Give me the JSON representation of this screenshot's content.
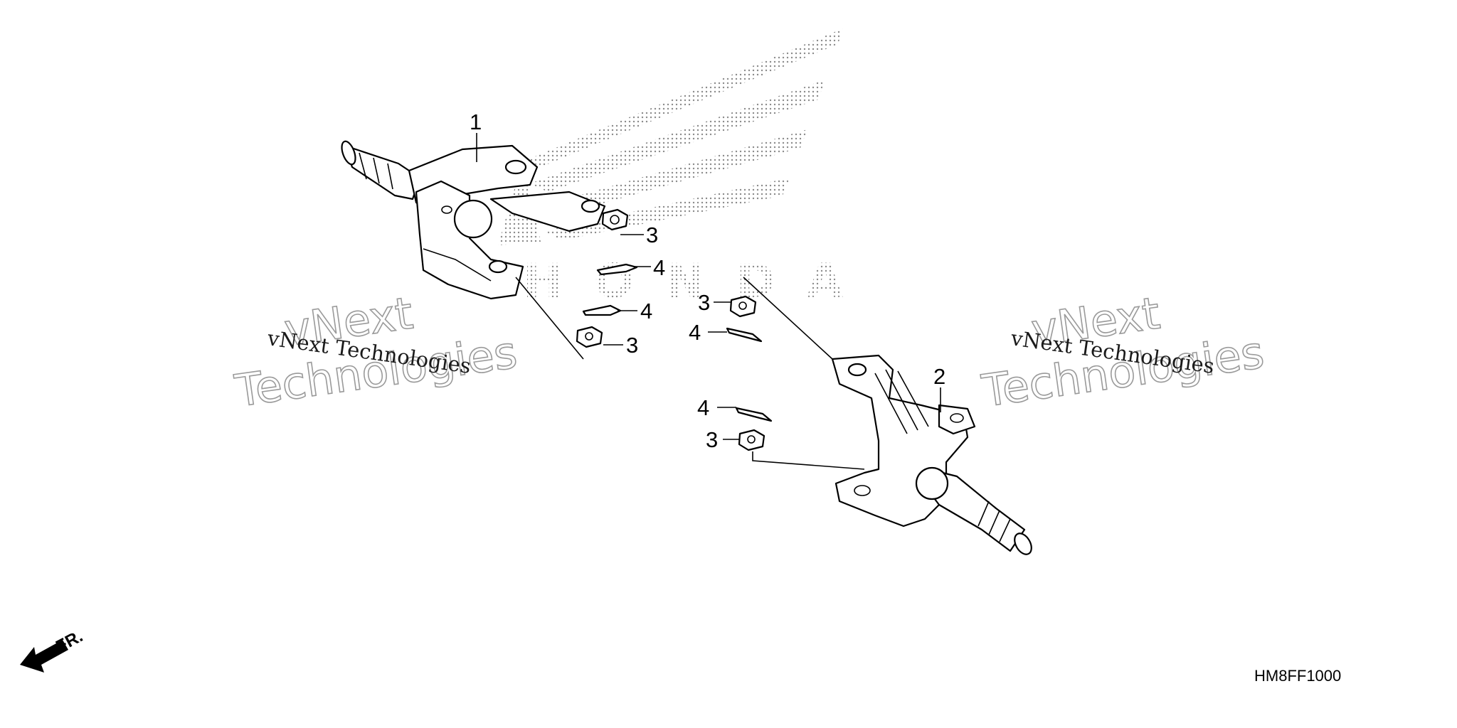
{
  "diagram": {
    "callouts": [
      {
        "id": "k1",
        "label": "1"
      },
      {
        "id": "k2",
        "label": "2"
      },
      {
        "id": "n1",
        "label": "3"
      },
      {
        "id": "c1",
        "label": "4"
      },
      {
        "id": "c2",
        "label": "4"
      },
      {
        "id": "n2",
        "label": "3"
      },
      {
        "id": "n3",
        "label": "3"
      },
      {
        "id": "c3",
        "label": "4"
      },
      {
        "id": "c4",
        "label": "4"
      },
      {
        "id": "n4",
        "label": "3"
      }
    ],
    "watermarks": {
      "left_small": "vNext Technologies",
      "left_big_1": "vNext",
      "left_big_2": "Technologies",
      "right_small": "vNext Technologies",
      "right_big_1": "vNext",
      "right_big_2": "Technologies"
    },
    "brand_mark": "HONDA",
    "direction_label": "FR.",
    "diagram_code": "HM8FF1000"
  }
}
